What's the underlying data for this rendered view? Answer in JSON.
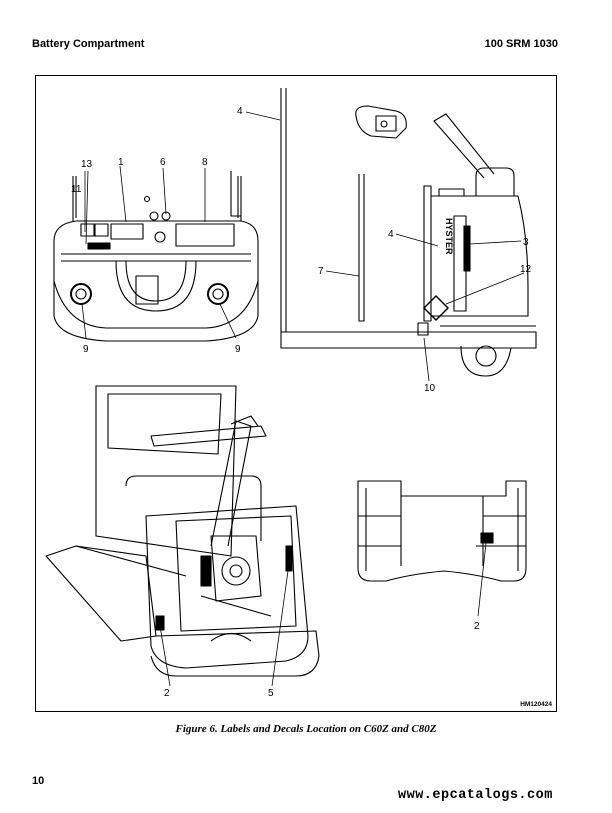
{
  "header": {
    "section_title": "Battery Compartment",
    "doc_code": "100 SRM 1030"
  },
  "figure": {
    "caption": "Figure 6. Labels and Decals Location on C60Z and C80Z",
    "drawing_id": "HM120424",
    "callouts": {
      "top_left": [
        "13",
        "1",
        "6",
        "8",
        "11",
        "9",
        "9"
      ],
      "top_right": [
        "4",
        "4",
        "3",
        "7",
        "12",
        "10"
      ],
      "bottom_left": [
        "2",
        "5"
      ],
      "bottom_right": [
        "2"
      ]
    },
    "brand_marking": "HYSTER"
  },
  "footer": {
    "page_number": "10",
    "watermark": "www.epcatalogs.com"
  }
}
